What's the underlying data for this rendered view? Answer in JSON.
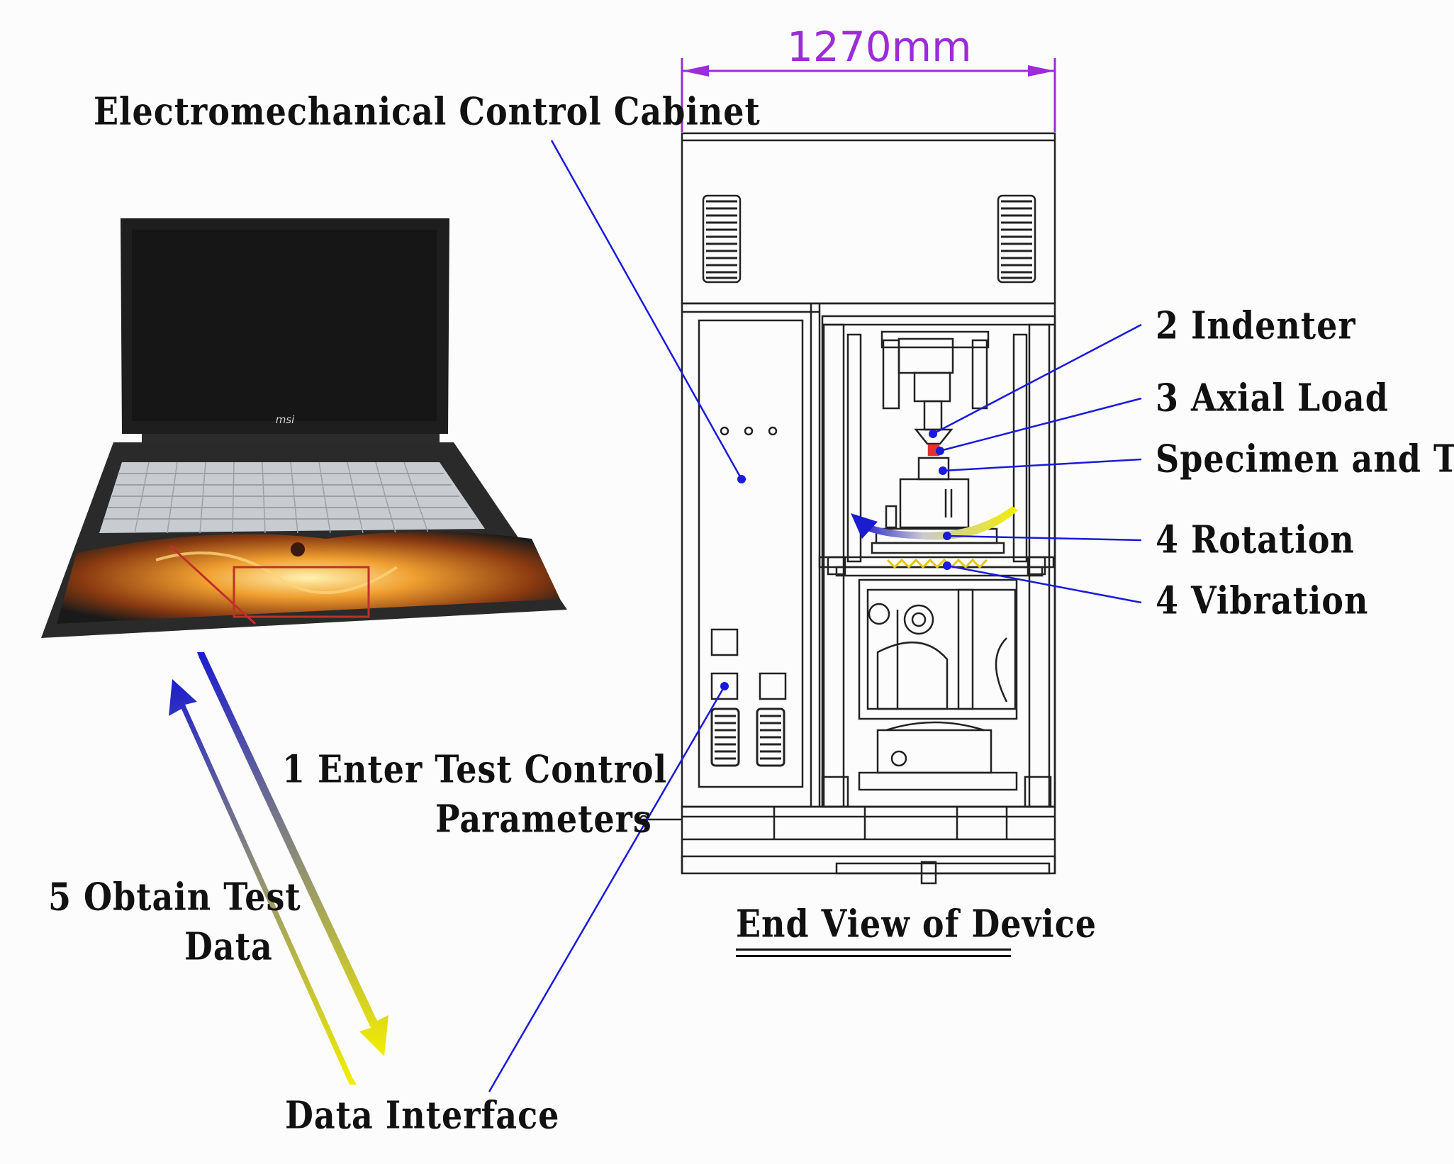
{
  "dimension": {
    "width_label": "1270mm",
    "color": "#9b2cd8"
  },
  "labels": {
    "cabinet": "Electromechanical Control Cabinet",
    "indenter": "2 Indenter",
    "axial_load": "3 Axial Load",
    "specimen": "Specimen and Tube",
    "rotation": "4 Rotation",
    "vibration": "4 Vibration",
    "enter_params_line1": "1 Enter Test Control",
    "enter_params_line2": "Parameters",
    "obtain_data_line1": "5 Obtain Test",
    "obtain_data_line2": "Data",
    "data_interface": "Data Interface",
    "device_title": "End View of Device"
  },
  "laptop": {
    "brand": "msi"
  },
  "colors": {
    "leader_line": "#1a1adb",
    "arrow_start": "#1c1ccf",
    "arrow_end": "#f2ee00",
    "drawing": "#222222"
  }
}
